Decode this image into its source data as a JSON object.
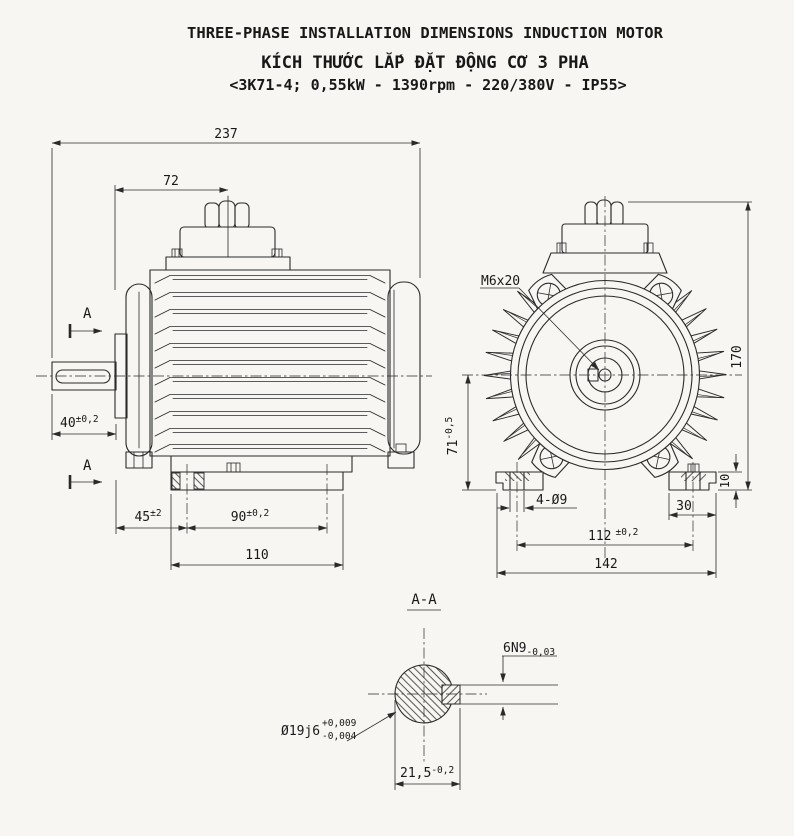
{
  "title": {
    "line1": "THREE-PHASE INSTALLATION DIMENSIONS INDUCTION MOTOR",
    "line2": "KÍCH THƯỚC LẮP ĐẶT ĐỘNG CƠ 3 PHA",
    "line3": "<3K71-4; 0,55kW - 1390rpm - 220/380V - IP55>"
  },
  "side_view": {
    "overall_length": "237",
    "box_center_offset": "72",
    "shaft_length": {
      "v": "40",
      "tol": "±0,2"
    },
    "section_label": "A",
    "foot_front_offset": {
      "v": "45",
      "tol": "±2"
    },
    "foot_hole_pitch": {
      "v": "90",
      "tol": "±0,2"
    },
    "foot_length": "110"
  },
  "front_view": {
    "tap_hole_label": "M6x20",
    "overall_height": "170",
    "shaft_center_height": {
      "v": "71",
      "tol": "-0,5"
    },
    "foot_thickness": "10",
    "foot_edge_width": "30",
    "foot_hole_span": {
      "v": "112",
      "tol": "±0,2"
    },
    "foot_overall_span": "142",
    "mount_holes_label": "4-Ø9"
  },
  "section_aa": {
    "label": "A-A",
    "key_width": {
      "v": "6N9",
      "tol": "-0,03"
    },
    "shaft_diameter": {
      "v": "Ø19j6",
      "tol_upper": "+0,009",
      "tol_lower": "-0,004"
    },
    "across_key": {
      "v": "21,5",
      "tol": "-0,2"
    }
  },
  "colors": {
    "ink": "#2a2a2a",
    "paper": "#f7f6f2"
  }
}
